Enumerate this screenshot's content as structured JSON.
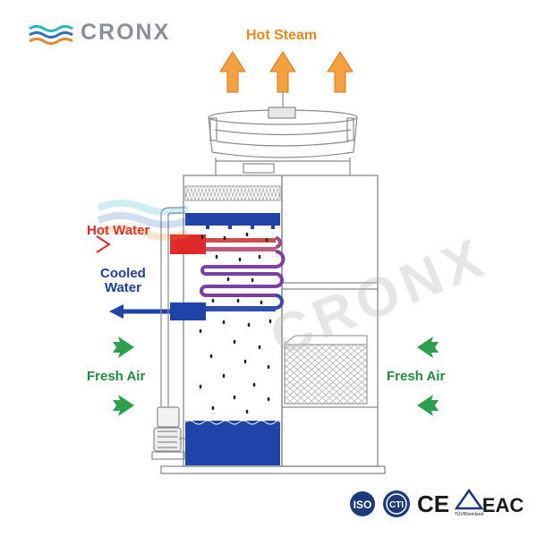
{
  "brand": {
    "name": "CRONX",
    "logo": "cronx-wave-logo"
  },
  "labels": {
    "hot_steam": "Hot Steam",
    "hot_water": "Hot Water",
    "cooled_water_1": "Cooled",
    "cooled_water_2": "Water",
    "fresh_air_left": "Fresh Air",
    "fresh_air_right": "Fresh Air"
  },
  "watermark": "CRONX",
  "certifications": [
    {
      "text": "ISO"
    },
    {
      "text": "CTI"
    },
    {
      "text": "CE"
    },
    {
      "text": "TÜVRheinland"
    },
    {
      "text": "EAC"
    }
  ],
  "colors": {
    "steam_arrow": "#f08a24",
    "hot_water": "#e02a2a",
    "cooled_water": "#1f43a8",
    "fresh_air": "#2e9e4f",
    "coil": "#7a3fa0",
    "basin": "#1f43a8",
    "outline": "#8a8a8a"
  }
}
